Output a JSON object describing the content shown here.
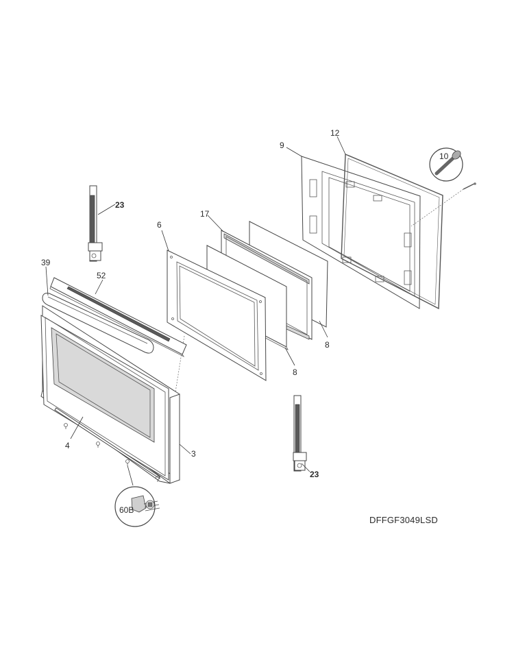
{
  "diagram": {
    "model_code": "DFFGF3049LSD",
    "part_labels": {
      "hinge_upper": "23",
      "hinge_lower": "23",
      "handle": "39",
      "trim_strip": "52",
      "outer_door": "3",
      "door_panel": "4",
      "inner_frame": "6",
      "glass_pack": "17",
      "glass_front": "8",
      "glass_rear": "8",
      "door_liner": "9",
      "gasket": "12",
      "pin": "10",
      "screw": "60B"
    },
    "icons": [
      "hinge",
      "pin",
      "screw"
    ]
  }
}
